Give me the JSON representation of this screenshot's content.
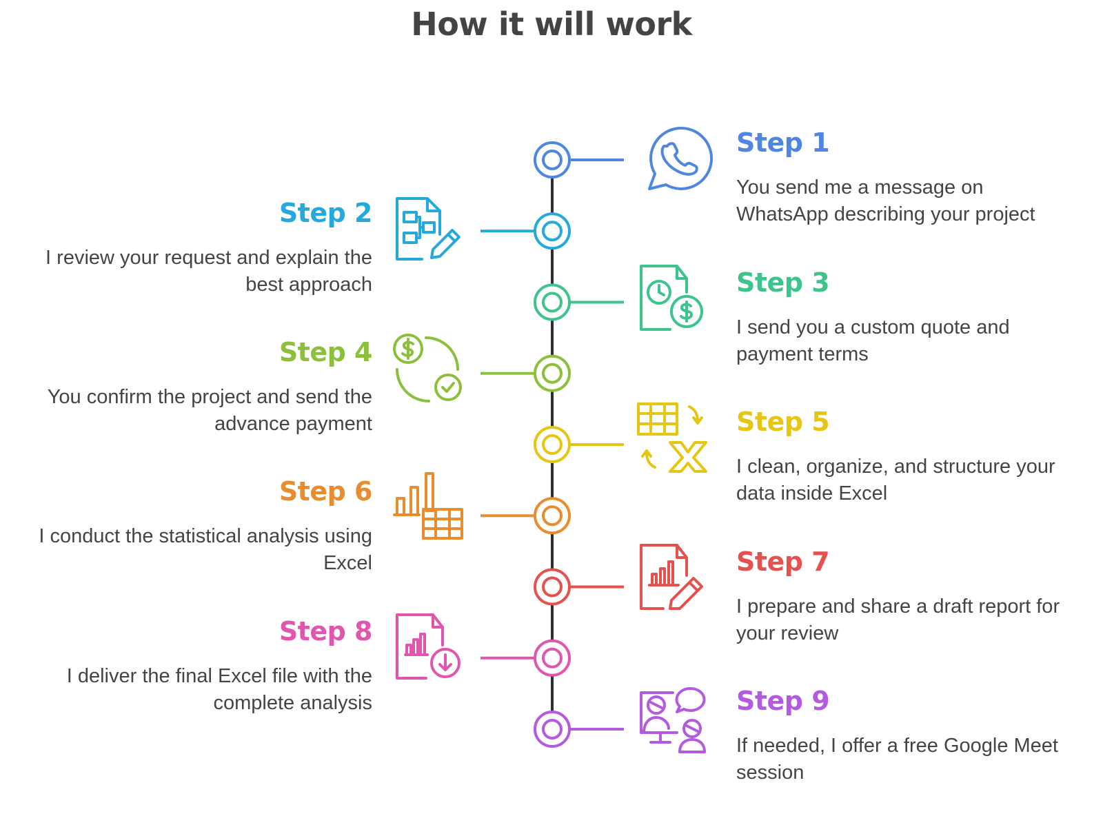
{
  "title": "How it will work",
  "colors": {
    "line": "#2f2f2f",
    "step1": "#4f86e0",
    "step2": "#23a9dc",
    "step3": "#3cc48c",
    "step4": "#8cbf3a",
    "step5": "#e6c612",
    "step6": "#e88c2e",
    "step7": "#e5524d",
    "step8": "#e055ad",
    "step9": "#b45ae0"
  },
  "steps": [
    {
      "label": "Step 1",
      "text": "You send me a message on WhatsApp describing your project",
      "icon": "whatsapp-phone-icon",
      "side": "right"
    },
    {
      "label": "Step 2",
      "text": "I review your request and explain the best approach",
      "icon": "flowchart-document-edit-icon",
      "side": "left"
    },
    {
      "label": "Step 3",
      "text": "I send you a custom quote and payment terms",
      "icon": "document-clock-dollar-icon",
      "side": "right"
    },
    {
      "label": "Step 4",
      "text": "You confirm the project and send the advance payment",
      "icon": "dollar-check-cycle-icon",
      "side": "left"
    },
    {
      "label": "Step 5",
      "text": "I clean, organize, and structure your data inside Excel",
      "icon": "table-excel-convert-icon",
      "side": "right"
    },
    {
      "label": "Step 6",
      "text": "I conduct the statistical analysis using Excel",
      "icon": "bar-chart-table-icon",
      "side": "left"
    },
    {
      "label": "Step 7",
      "text": "I prepare and share a draft report for your review",
      "icon": "document-chart-edit-icon",
      "side": "right"
    },
    {
      "label": "Step 8",
      "text": "I deliver the final Excel file with the complete analysis",
      "icon": "document-chart-download-icon",
      "side": "left"
    },
    {
      "label": "Step 9",
      "text": "If needed, I offer a free Google Meet session",
      "icon": "video-meeting-chat-icon",
      "side": "right"
    }
  ]
}
